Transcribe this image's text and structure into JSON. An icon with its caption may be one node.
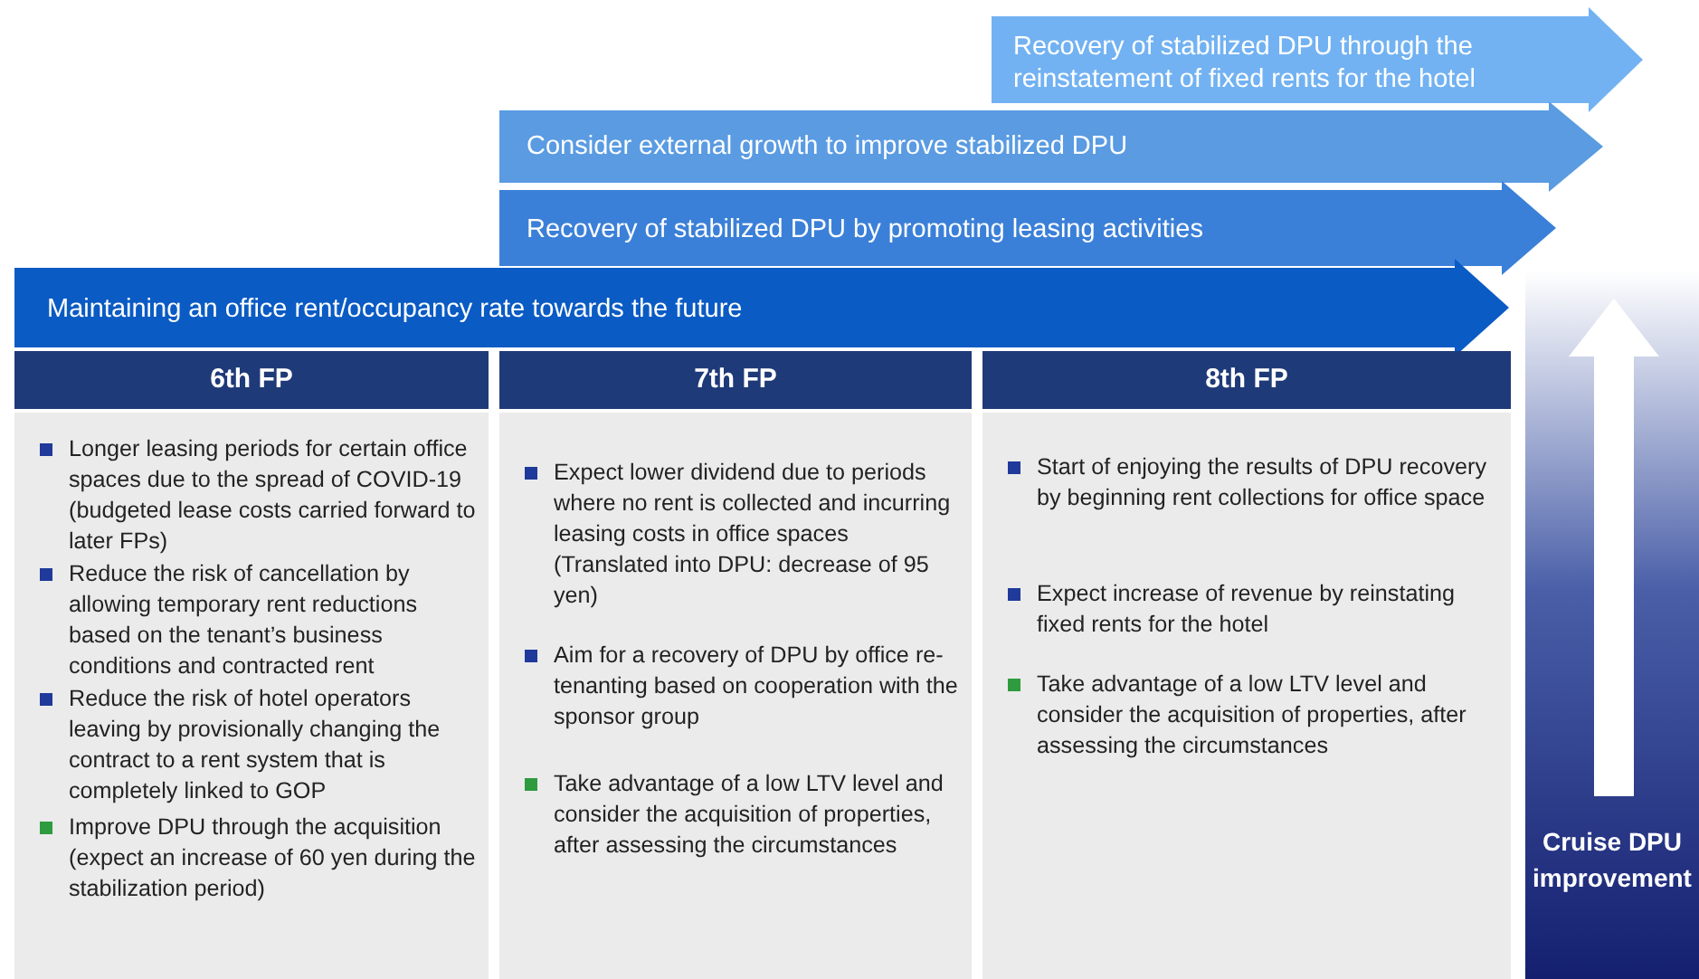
{
  "diagram": {
    "nodes": [
      {
        "text": [
          "Recovery of stabilized DPU through the reinstatement of fixed rents for the hotel"
        ]
      },
      {
        "text": [
          "Consider external growth to improve stabilized DPU"
        ]
      },
      {
        "text": [
          "Recovery of stabilized DPU by promoting leasing activities"
        ]
      },
      {
        "text": [
          "Maintaining an office rent/occupancy rate towards the future"
        ]
      },
      {
        "text": [
          "6th FP",
          "Longer leasing periods for certain office spaces due to the spread of COVID-19 (budgeted lease costs carried forward to later FPs)",
          "Reduce the risk of cancellation by allowing temporary rent reductions based on the tenant’s business conditions and contracted rent",
          "Reduce the risk of hotel operators leaving by provisionally changing the contract to a rent system that is completely linked to GOP",
          "Improve DPU through the acquisition (expect an increase of 60 yen during the stabilization period)"
        ]
      },
      {
        "text": [
          "7th FP",
          "Expect lower dividend due to periods where no rent is collected and incurring leasing costs in office spaces (Translated into DPU: decrease of 95 yen)",
          "Aim for a recovery of DPU by office re-tenanting based on cooperation with the sponsor group",
          "Take advantage of a low LTV level and consider the acquisition of properties, after assessing the circumstances"
        ]
      },
      {
        "text": [
          "8th FP",
          "Start of enjoying the results of DPU recovery by beginning rent collections for office space",
          "Expect increase of revenue by reinstating fixed rents for the hotel",
          "Take advantage of a low LTV level and consider the acquisition of properties, after assessing the circumstances"
        ]
      },
      {
        "text": [
          "Cruise DPU improvement"
        ]
      }
    ]
  }
}
